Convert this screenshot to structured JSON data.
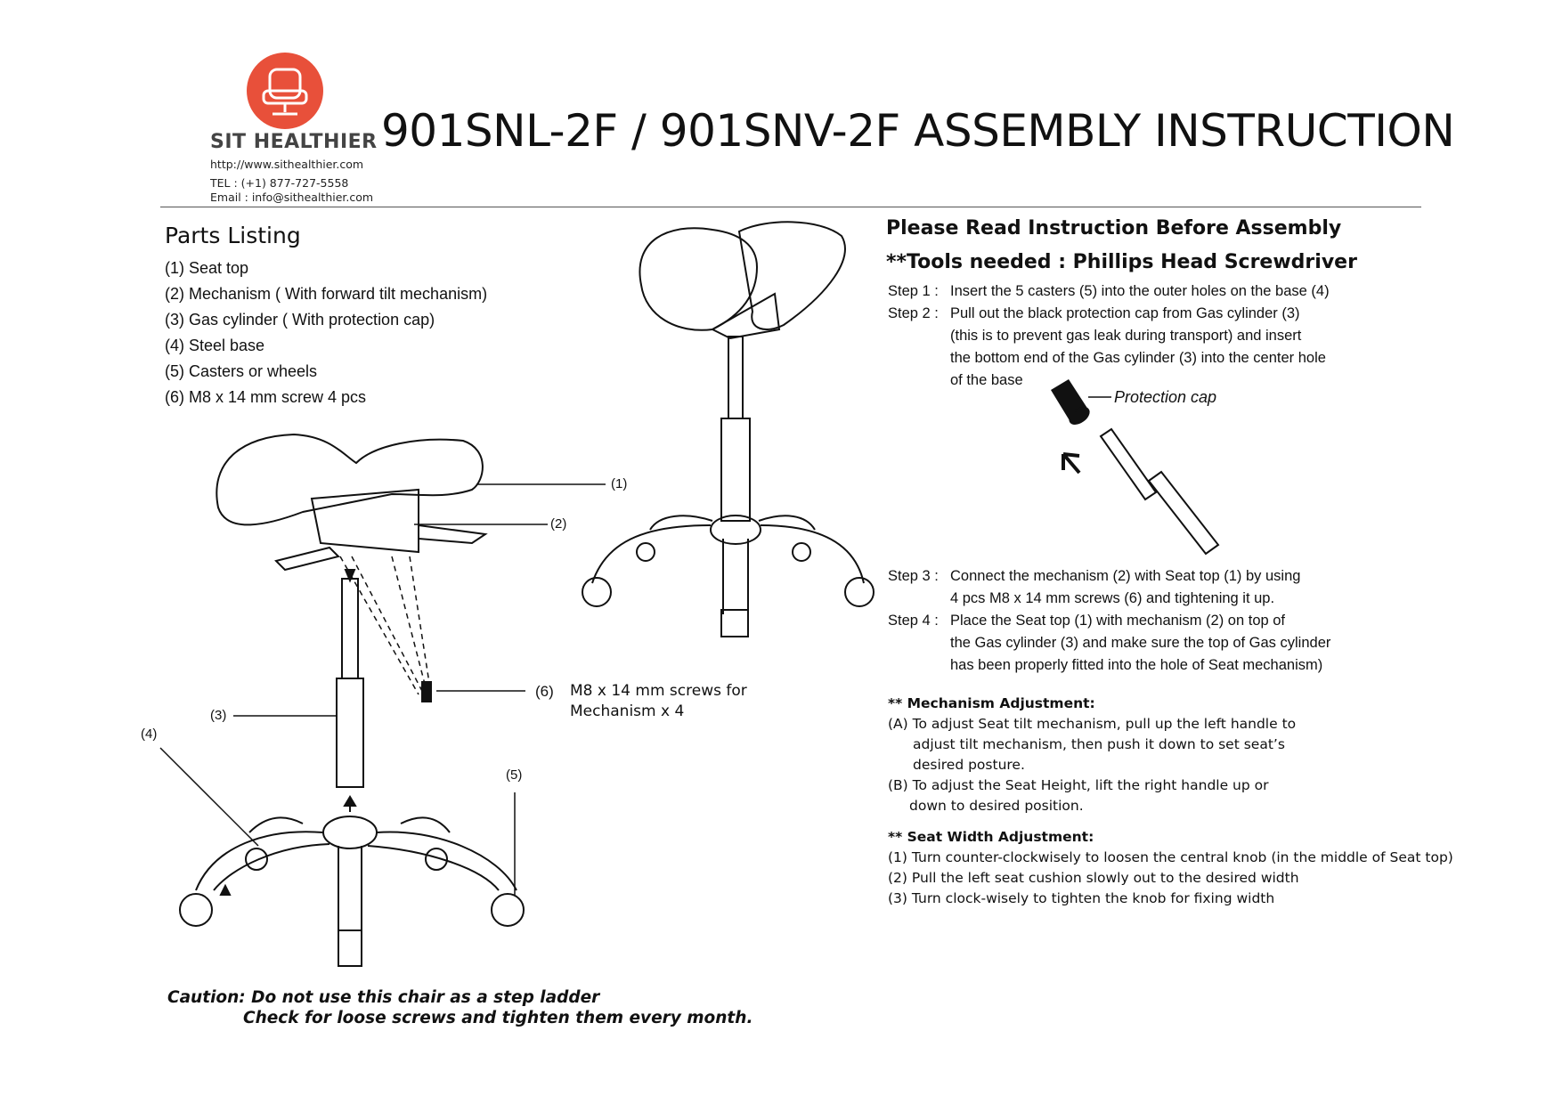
{
  "header": {
    "brand": "SIT HEALTHIER",
    "website": "http://www.sithealthier.com",
    "tel": "TEL : (+1) 877-727-5558",
    "email": "Email : info@sithealthier.com",
    "title": "901SNL-2F / 901SNV-2F ASSEMBLY INSTRUCTION",
    "brand_color": "#e8503a"
  },
  "parts": {
    "title": "Parts Listing",
    "items": [
      "(1) Seat top",
      "(2) Mechanism ( With forward tilt mechanism)",
      "(3) Gas cylinder ( With protection cap)",
      "(4) Steel base",
      "(5) Casters or wheels",
      "(6) M8 x 14 mm screw 4 pcs"
    ]
  },
  "diagram": {
    "callouts": {
      "c1": "(1)",
      "c2": "(2)",
      "c3": "(3)",
      "c4": "(4)",
      "c5": "(5)",
      "c6": "(6)",
      "screws_line1": "M8 x 14 mm screws for",
      "screws_line2": "Mechanism x 4"
    },
    "protection_cap_label": "Protection cap"
  },
  "instructions": {
    "heading": "Please Read Instruction Before Assembly",
    "tools": "**Tools needed : Phillips Head Screwdriver",
    "steps": [
      {
        "label": "Step 1 :",
        "lines": [
          "Insert the 5 casters (5) into the outer holes on the base (4)"
        ]
      },
      {
        "label": "Step 2 :",
        "lines": [
          "Pull out the black protection cap from Gas cylinder (3)",
          "(this is to prevent gas leak during transport) and insert",
          "the bottom end of the Gas cylinder (3) into the center hole",
          "of the base"
        ]
      },
      {
        "label": "Step 3 :",
        "lines": [
          "Connect the mechanism (2) with Seat top (1) by using",
          "4 pcs M8 x 14 mm screws (6) and tightening it up."
        ]
      },
      {
        "label": "Step 4 :",
        "lines": [
          "Place the Seat top (1) with mechanism (2) on top of",
          "the Gas cylinder (3) and make sure the top of Gas cylinder",
          "has been properly fitted into the hole of Seat mechanism)"
        ]
      }
    ]
  },
  "mechanism_adjustment": {
    "heading": "** Mechanism Adjustment:",
    "lines": [
      "(A) To adjust Seat tilt mechanism, pull up the left handle to",
      "adjust tilt mechanism, then push it down to set seat’s",
      "desired posture.",
      "(B) To adjust the Seat Height, lift the right handle up or",
      "down to desired position."
    ]
  },
  "seat_width_adjustment": {
    "heading": "** Seat Width Adjustment:",
    "lines": [
      "(1) Turn counter-clockwisely to loosen the central knob (in the middle of Seat top)",
      "(2) Pull the left seat cushion slowly out to the desired width",
      "(3) Turn clock-wisely to tighten the knob for fixing width"
    ]
  },
  "caution": {
    "line1": "Caution: Do not use this chair as a step ladder",
    "line2": "Check for loose screws and tighten them every month."
  }
}
